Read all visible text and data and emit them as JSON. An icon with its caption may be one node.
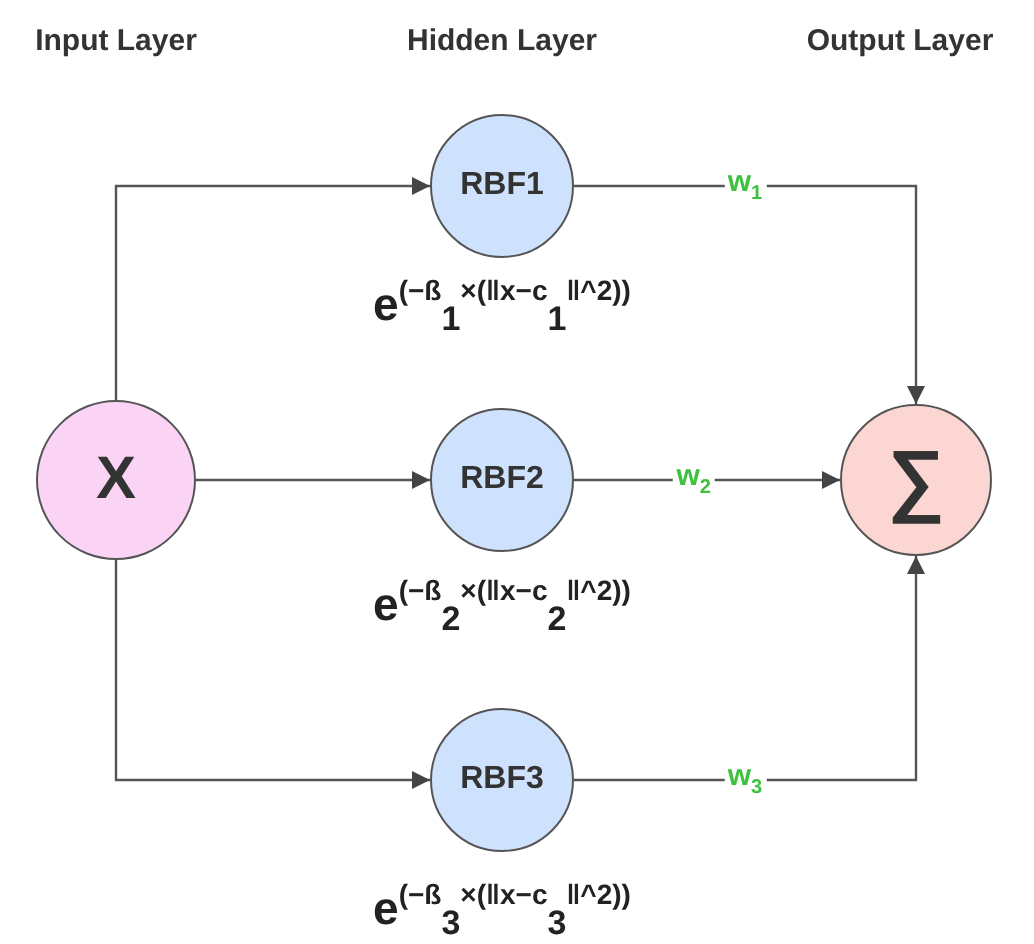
{
  "diagram": {
    "nodes": [
      {
        "text": [
          "X"
        ]
      },
      {
        "text": [
          "RBF1"
        ],
        "beside": [
          "e$^{(−ß}$$_{1}$$^{×(‖x−c}$$_{1}$$^{‖^2))}$"
        ]
      },
      {
        "text": [
          "RBF2"
        ],
        "beside": [
          "e$^{(−ß}$$_{2}$$^{×(‖x−c}$$_{2}$$^{‖^2))}$"
        ]
      },
      {
        "text": [
          "RBF3"
        ],
        "beside": [
          "e$^{(−ß}$$_{3}$$^{×(‖x−c}$$_{3}$$^{‖^2))}$"
        ]
      },
      {
        "text": [
          "∑"
        ]
      }
    ],
    "edges": [
      {
        "from": 0,
        "to": 1,
        "arrow": "to"
      },
      {
        "from": 0,
        "to": 2,
        "arrow": "to"
      },
      {
        "from": 0,
        "to": 3,
        "arrow": "to"
      },
      {
        "from": 1,
        "to": 4,
        "arrow": "to",
        "label": "w$_{1}$"
      },
      {
        "from": 2,
        "to": 4,
        "arrow": "to",
        "label": "w$_{2}$"
      },
      {
        "from": 3,
        "to": 4,
        "arrow": "to",
        "label": "w$_{3}$"
      }
    ],
    "labels": [
      "Input Layer",
      "Hidden Layer",
      "Output Layer"
    ]
  }
}
